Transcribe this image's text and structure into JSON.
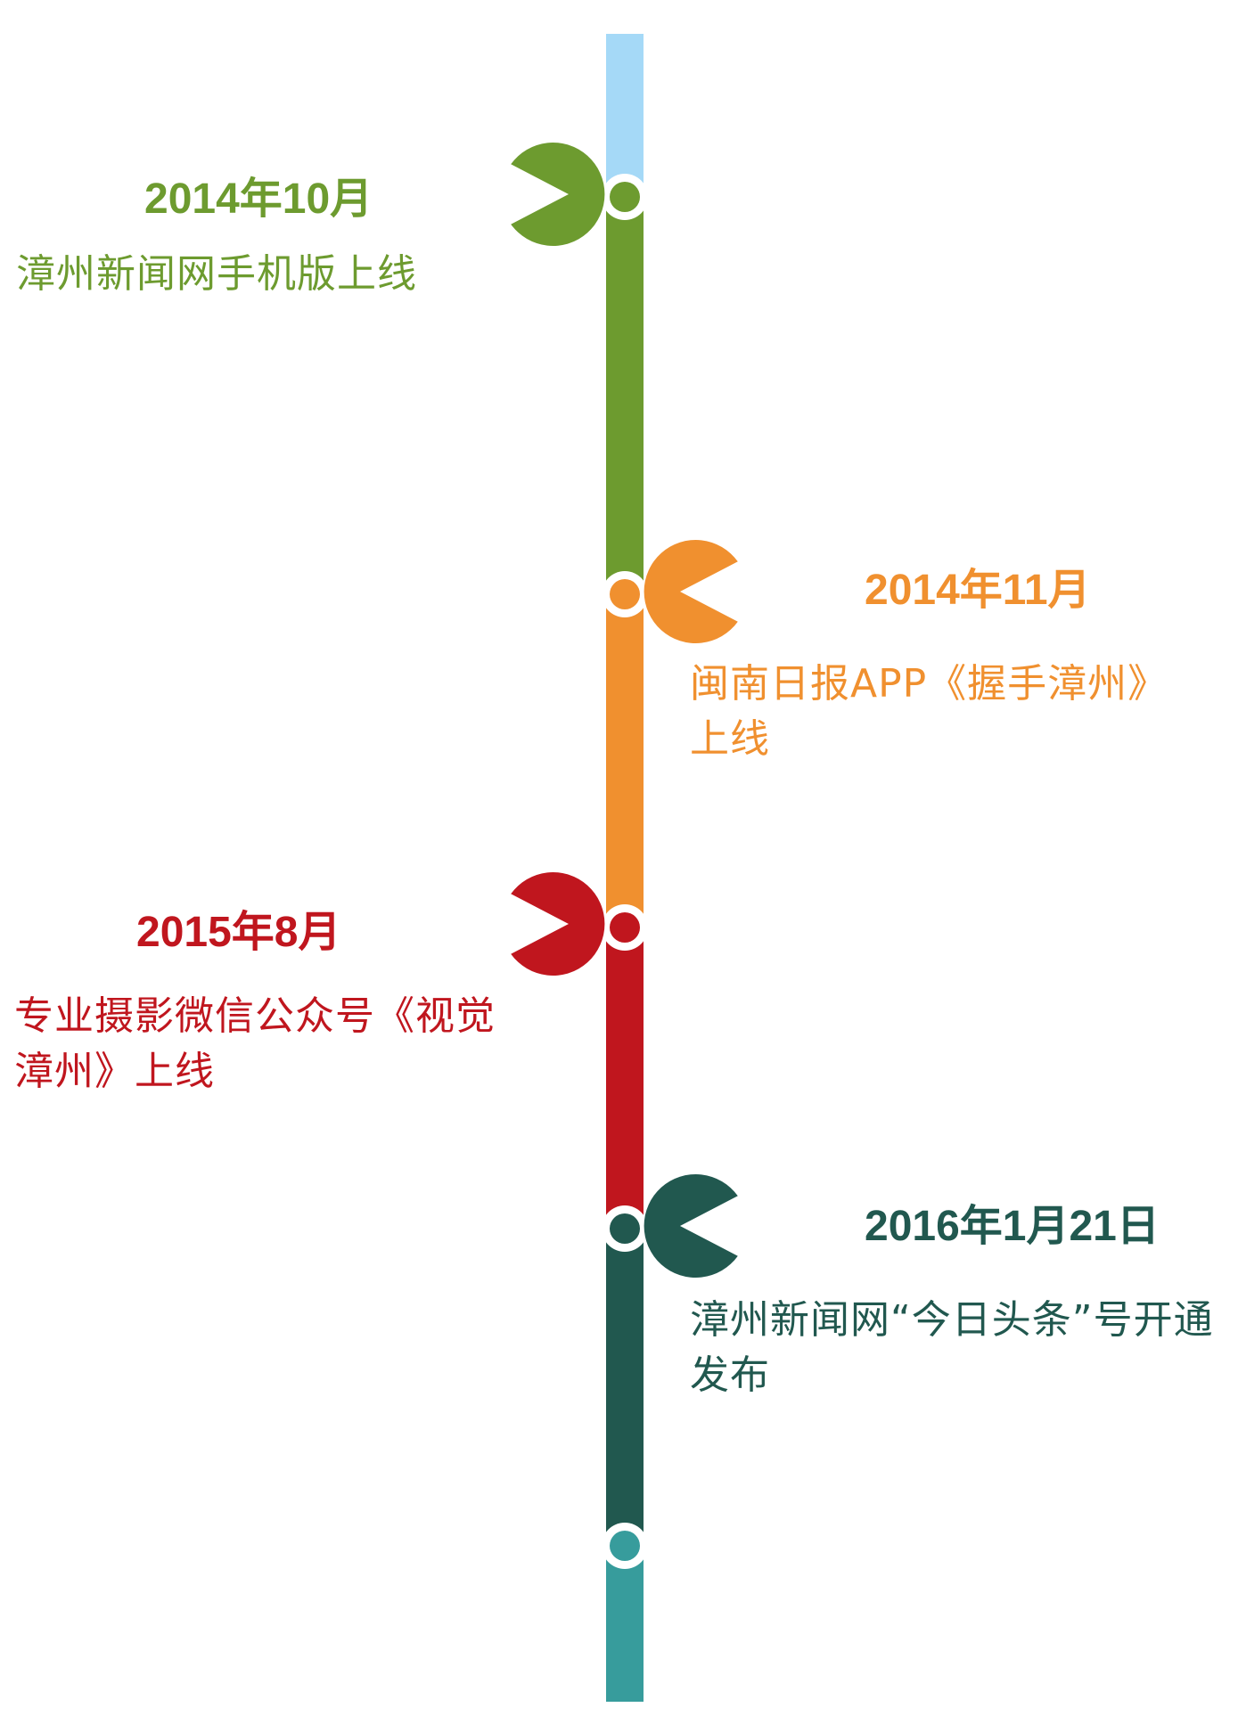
{
  "colors": {
    "top_cap": "#a5d9f7",
    "bottom_cap": "#379c9c"
  },
  "events": [
    {
      "date": "2014年10月",
      "description": "漳州新闻网手机版上线",
      "color": "#6d9b2f",
      "side": "left",
      "pin_icon": "map-pin-icon"
    },
    {
      "date": "2014年11月",
      "description": "闽南日报APP《握手漳州》上线",
      "color": "#f0902f",
      "side": "right",
      "pin_icon": "map-pin-icon"
    },
    {
      "date": "2015年8月",
      "description": "专业摄影微信公众号《视觉漳州》上线",
      "color": "#c0161e",
      "side": "left",
      "pin_icon": "map-pin-icon"
    },
    {
      "date": "2016年1月21日",
      "description": "漳州新闻网“今日头条”号开通发布",
      "color": "#21584f",
      "side": "right",
      "pin_icon": "map-pin-icon"
    }
  ]
}
